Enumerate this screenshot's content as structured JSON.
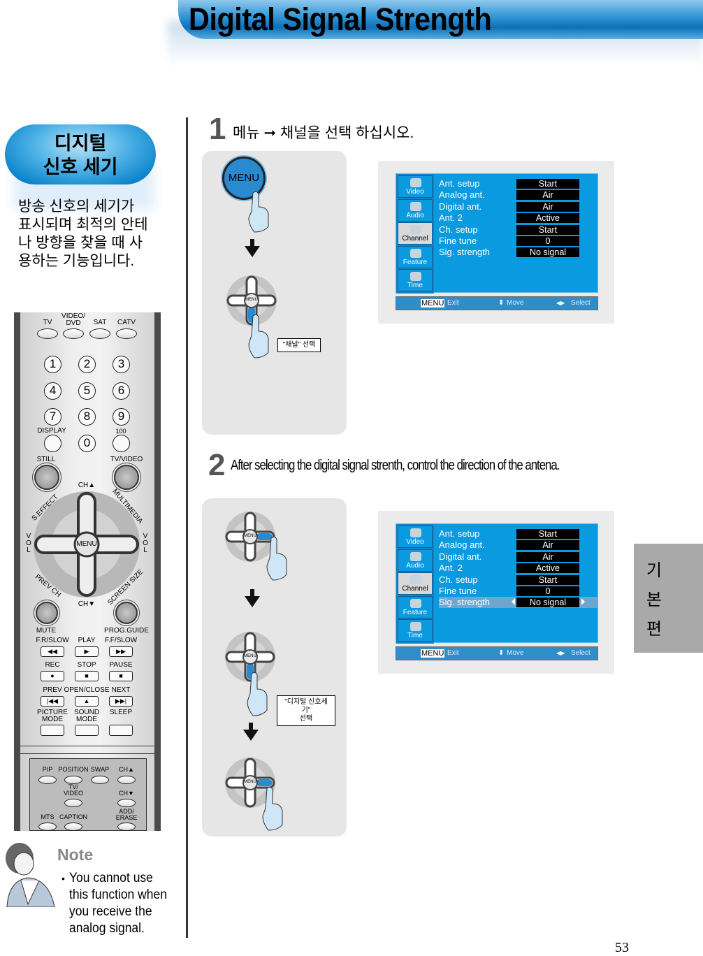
{
  "header": {
    "title": "Digital Signal Strength"
  },
  "sidebar": {
    "pill_title_line1": "디지털",
    "pill_title_line2": "신호 세기",
    "intro": "방송 신호의 세기가 표시되며 최적의 안테나 방향을 찾을 때 사용하는 기능입니다."
  },
  "remote": {
    "source": [
      "TV",
      "VIDEO/\nDVD",
      "SAT",
      "CATV"
    ],
    "digits": [
      "1",
      "2",
      "3",
      "4",
      "5",
      "6",
      "7",
      "8",
      "9",
      "0"
    ],
    "display": "DISPLAY",
    "hundred": "100",
    "still": "STILL",
    "tv_video": "TV/VIDEO",
    "ch_up": "CH▲",
    "ch_down": "CH▼",
    "s_effect": "S.EFFECT",
    "multimedia": "MULTIMEDIA",
    "vol": "VOL",
    "menu": "MENU",
    "prev_ch": "PREV CH",
    "screen_size": "SCREEN SIZE",
    "mute": "MUTE",
    "prog_guide": "PROG.GUIDE",
    "transport_labels": [
      "F.R/SLOW",
      "PLAY",
      "F.F/SLOW",
      "REC",
      "STOP",
      "PAUSE",
      "PREV",
      "OPEN/CLOSE",
      "NEXT",
      "PICTURE\nMODE",
      "SOUND\nMODE",
      "SLEEP"
    ],
    "transport_glyphs": [
      "◀◀",
      "▶",
      "▶▶",
      "●",
      "■",
      "■",
      "|◀◀",
      "▲",
      "▶▶|",
      "",
      "",
      ""
    ],
    "lower_labels": [
      "PIP",
      "POSITION",
      "SWAP",
      "CH▲",
      "TV/\nVIDEO",
      "CH▼",
      "MTS",
      "CAPTION",
      "ADD/\nERASE"
    ]
  },
  "note": {
    "title": "Note",
    "bullet": "•",
    "text": "You cannot use this function when you receive the analog signal."
  },
  "step1": {
    "number": "1",
    "text": "메뉴 ➞ 채널을 선택 하십시오.",
    "menu_button": "MENU",
    "caption": "\"채널\" 선택"
  },
  "step2": {
    "number": "2",
    "text": "After selecting the digital signal strenth, control the direction of the antena.",
    "caption_line1": "\"디지털 신호세기\"",
    "caption_line2": "선택"
  },
  "pad_label": "MENU",
  "tv_menu": {
    "side": [
      "Video",
      "Audio",
      "Channel",
      "Feature",
      "Time"
    ],
    "selected_side": "Channel",
    "screen1_rows": [
      {
        "label": "Ant. setup",
        "value": "Start"
      },
      {
        "label": "Analog ant.",
        "value": "Air"
      },
      {
        "label": "Digital ant.",
        "value": "Air"
      },
      {
        "label": "Ant. 2",
        "value": "Active"
      },
      {
        "label": "Ch. setup",
        "value": "Start"
      },
      {
        "label": "Fine tune",
        "value": "0"
      },
      {
        "label": "Sig. strength",
        "value": "No signal"
      }
    ],
    "screen2_rows": [
      {
        "label": "Ant. setup",
        "value": "Start"
      },
      {
        "label": "Analog ant.",
        "value": "Air"
      },
      {
        "label": "Digital ant.",
        "value": "Air"
      },
      {
        "label": "Ant. 2",
        "value": "Active"
      },
      {
        "label": "Ch. setup",
        "value": "Start"
      },
      {
        "label": "Fine tune",
        "value": "0"
      },
      {
        "label": "Sig. strength",
        "value": "No signal"
      }
    ],
    "screen2_highlighted": "Sig. strength",
    "bar": {
      "menu_key": "MENU",
      "exit": "Exit",
      "move": "Move",
      "select": "Select",
      "move_icon": "⬍",
      "select_icon": "◀▶"
    }
  },
  "side_tab": [
    "기",
    "본",
    "편"
  ],
  "page_number": "53",
  "colors": {
    "menu_blue": "#0a9ae0",
    "banner_blue": "#2e93d6",
    "highlight": "#6fa6cf"
  }
}
